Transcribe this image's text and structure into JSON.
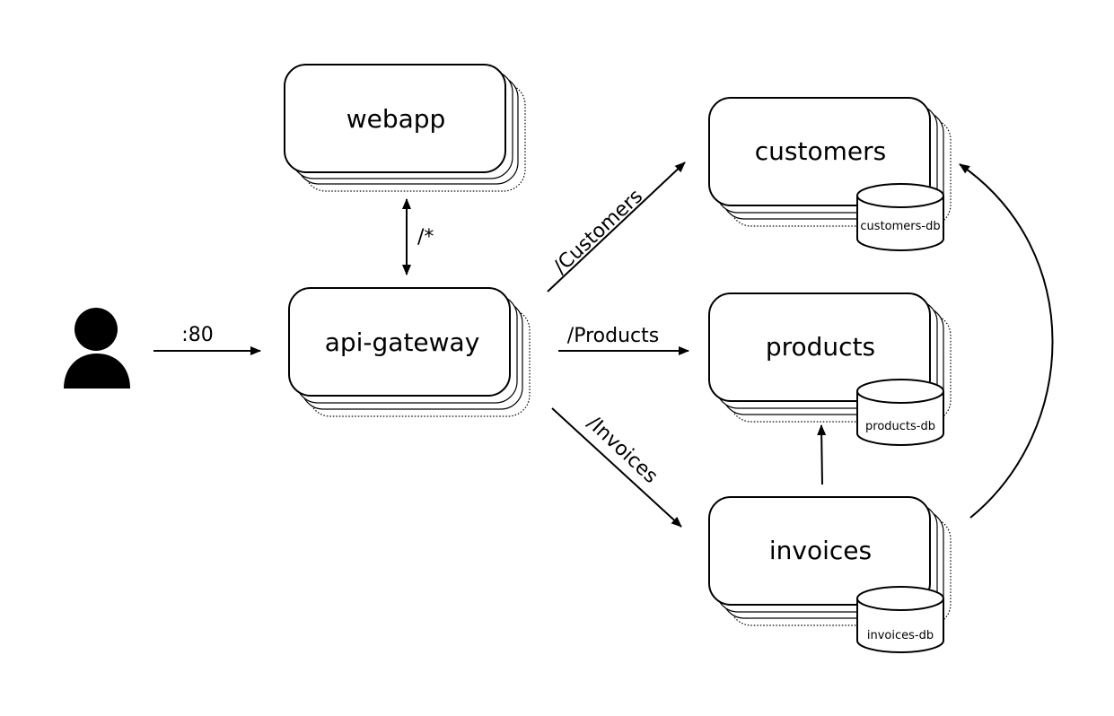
{
  "diagram": {
    "user": {
      "icon": "user-icon"
    },
    "services": {
      "webapp": "webapp",
      "api_gateway": "api-gateway",
      "customers": "customers",
      "products": "products",
      "invoices": "invoices"
    },
    "databases": {
      "customers": "customers-db",
      "products": "products-db",
      "invoices": "invoices-db"
    },
    "edges": {
      "user_to_gateway": ":80",
      "gateway_webapp": "/*",
      "to_customers": "/Customers",
      "to_products": "/Products",
      "to_invoices": "/Invoices"
    }
  }
}
